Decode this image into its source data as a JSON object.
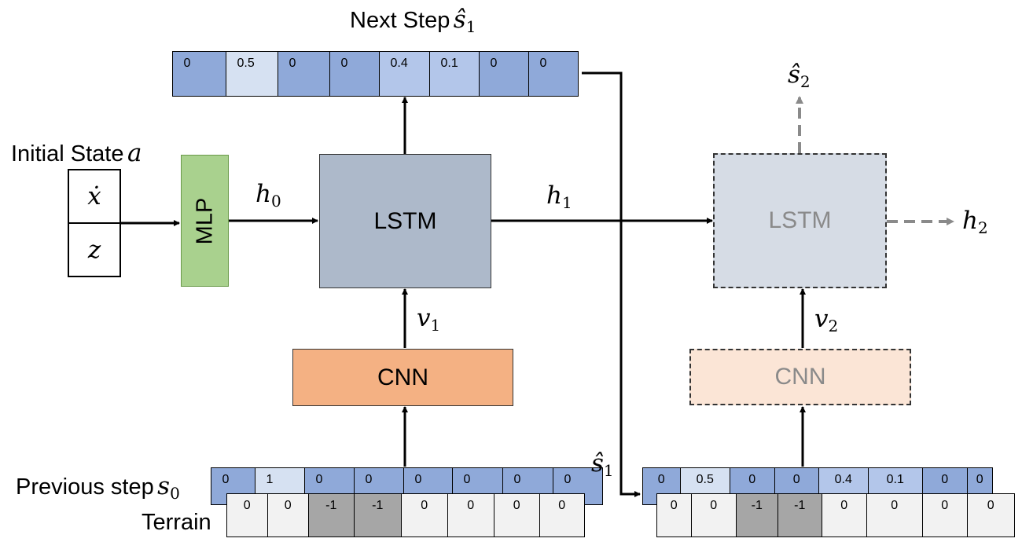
{
  "labels": {
    "next_step": "Next Step",
    "next_step_math": "ŝ",
    "next_step_sub": "1",
    "initial_state": "Initial State",
    "initial_state_math": "a",
    "previous_step": "Previous step",
    "previous_step_math": "s",
    "previous_step_sub": "0",
    "terrain": "Terrain",
    "h0": "h",
    "h0_sub": "0",
    "h1": "h",
    "h1_sub": "1",
    "h2": "h",
    "h2_sub": "2",
    "v1": "v",
    "v1_sub": "1",
    "v2": "v",
    "v2_sub": "2",
    "s2_hat": "ŝ",
    "s2_hat_sub": "2",
    "s1_hat": "ŝ",
    "s1_hat_sub": "1"
  },
  "initial_state_cells": [
    "ẋ",
    "z"
  ],
  "blocks": {
    "mlp": "MLP",
    "lstm1": "LSTM",
    "lstm2": "LSTM",
    "cnn1": "CNN",
    "cnn2": "CNN"
  },
  "next_step_values": [
    "0",
    "0.5",
    "0",
    "0",
    "0.4",
    "0.1",
    "0",
    "0"
  ],
  "previous_step_values": [
    "0",
    "1",
    "0",
    "0",
    "0",
    "0",
    "0",
    "0"
  ],
  "terrain_values": [
    "0",
    "0",
    "-1",
    "-1",
    "0",
    "0",
    "0",
    "0"
  ],
  "s1_hat_values": [
    "0",
    "0.5",
    "0",
    "0",
    "0.4",
    "0.1",
    "0",
    "0"
  ],
  "terrain2_values": [
    "0",
    "0",
    "-1",
    "-1",
    "0",
    "0",
    "0",
    "0"
  ],
  "colors": {
    "cell_blue": "#8fa9d9",
    "cell_light_blue": "#d6e1f2",
    "cell_mid_blue": "#b3c6ea",
    "cell_white": "#f2f2f2",
    "cell_grey": "#a6a6a6",
    "mlp": "#a9d18e",
    "lstm": "#adb9ca",
    "lstm_faded": "#d6dce5",
    "cnn": "#f4b183",
    "cnn_faded": "#fbe5d6",
    "arrow_dashed": "#8a8a8a"
  }
}
